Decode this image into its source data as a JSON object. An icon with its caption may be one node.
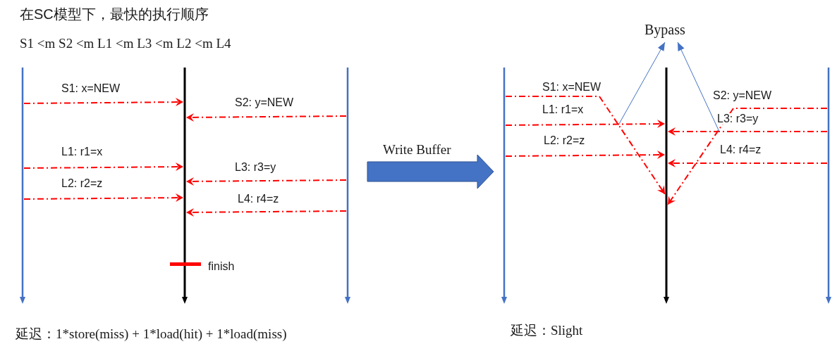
{
  "diagram": {
    "title": "在SC模型下，最快的执行顺序",
    "nodes": [
      {
        "text": [],
        "shape": "bar"
      },
      {
        "text": [],
        "shape": "bar"
      },
      {
        "text": [],
        "shape": "bar"
      },
      {
        "text": [],
        "shape": "bar"
      },
      {
        "text": [],
        "shape": "bar"
      },
      {
        "text": [],
        "shape": "bar"
      },
      {
        "text": [
          "Bypass"
        ]
      }
    ],
    "edges": [
      {
        "from": 0,
        "to": 1,
        "arrow": "to",
        "label": "S1: x=NEW",
        "style": "dashed"
      },
      {
        "from": 2,
        "to": 1,
        "arrow": "to",
        "label": "S2: y=NEW",
        "style": "dashed"
      },
      {
        "from": 0,
        "to": 1,
        "arrow": "to",
        "label": "L1: r1=x",
        "style": "dashed"
      },
      {
        "from": 2,
        "to": 1,
        "arrow": "to",
        "label": "L3: r3=y",
        "style": "dashed"
      },
      {
        "from": 0,
        "to": 1,
        "arrow": "to",
        "label": "L2: r2=z",
        "style": "dashed"
      },
      {
        "from": 2,
        "to": 1,
        "arrow": "to",
        "label": "L4: r4=z",
        "style": "dashed"
      },
      {
        "from": 3,
        "to": 4,
        "arrow": "to",
        "label": "S1: x=NEW",
        "style": "dashed"
      },
      {
        "from": 3,
        "to": 4,
        "arrow": "to",
        "label": "L1: r1=x",
        "style": "dashed"
      },
      {
        "from": 3,
        "to": 4,
        "arrow": "to",
        "label": "L2: r2=z",
        "style": "dashed"
      },
      {
        "from": 5,
        "to": 4,
        "arrow": "to",
        "label": "S2: y=NEW",
        "style": "dashed"
      },
      {
        "from": 5,
        "to": 4,
        "arrow": "to",
        "label": "L3: r3=y",
        "style": "dashed"
      },
      {
        "from": 5,
        "to": 4,
        "arrow": "to",
        "label": "L4: r4=z",
        "style": "dashed"
      },
      {
        "from": null,
        "to": 6,
        "arrow": "to",
        "color": "#4472c4"
      },
      {
        "from": null,
        "to": 6,
        "arrow": "to",
        "color": "#4472c4"
      },
      {
        "from": 2,
        "to": 3,
        "arrow": "to",
        "label": "Write Buffer",
        "style": "thick",
        "color": "#4472c4"
      }
    ],
    "labels": [
      "S1 <m S2 <m L1 <m L3 <m L2 <m L4",
      "finish",
      "延迟：1*store(miss) + 1*load(hit) + 1*load(miss)",
      "延迟：Slight"
    ]
  }
}
